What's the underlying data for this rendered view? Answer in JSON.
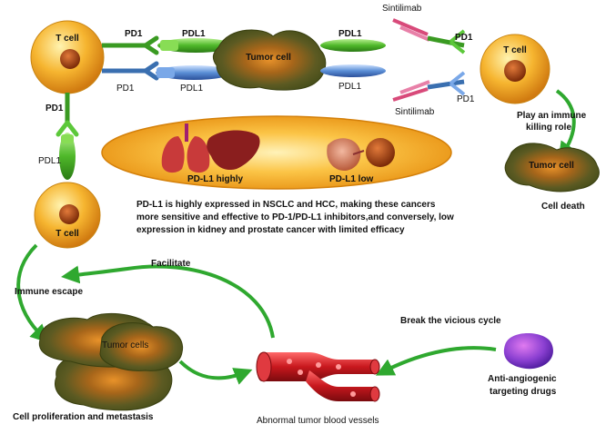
{
  "labels": {
    "t_cell": "T cell",
    "tumor_cell": "Tumor cell",
    "tumor_cell_lower": "Tumor cell",
    "tumor_cells": "Tumor cells",
    "pd1": "PD1",
    "pdl1": "PDL1",
    "sintilimab": "Sintilimab",
    "immune_role": [
      "Play an immune",
      "killing role"
    ],
    "cell_death": "Cell death",
    "pdl1_highly": "PD-L1 highly",
    "pdl1_low": "PD-L1 low",
    "expression_note": [
      "PD-L1 is highly expressed in NSCLC and HCC, making these cancers",
      "more sensitive and effective to PD-1/PD-L1 inhibitors,and conversely, low",
      "expression in kidney and prostate cancer with limited efficacy"
    ],
    "facilitate": "Facilitate",
    "immune_escape": "Immune escape",
    "break_cycle": "Break the vicious cycle",
    "blood_vessels": "Abnormal tumor blood vessels",
    "drugs": [
      "Anti-angiogenic",
      "targeting drugs"
    ],
    "proliferation": "Cell proliferation and metastasis"
  },
  "colors": {
    "tcell_fill": "#f7b733",
    "nucleus": "#b84a14",
    "tumor_fill": "#6b6b2a",
    "tumor_core": "#d47a1c",
    "receptor_green": "#5cc83a",
    "receptor_blue": "#5b8fd6",
    "ligand_blue": "#3a6fd8",
    "sintilimab": "#e0507a",
    "arrow_green": "#2fa82f",
    "oval": "#f5a623",
    "vessel": "#c8181e",
    "drug": "#8a3fd1"
  }
}
